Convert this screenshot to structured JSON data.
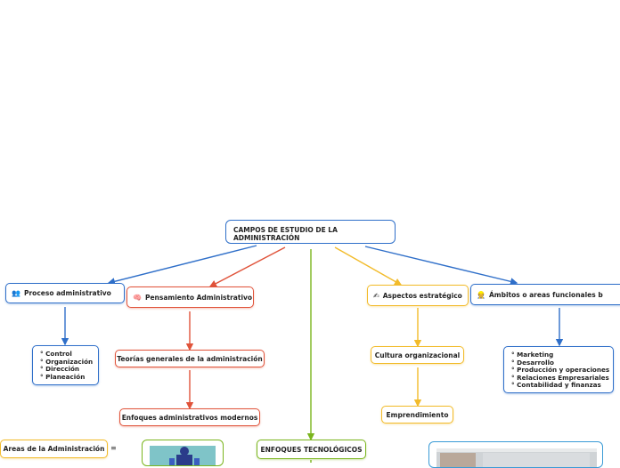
{
  "root": {
    "title": "CAMPOS DE ESTUDIO DE LA ADMINISTRACIÓN"
  },
  "nodes": {
    "proceso": {
      "label": "Proceso administrativo",
      "icon": "people-icon"
    },
    "proceso_items": [
      "Control",
      "Organización",
      "Dirección",
      "Planeación"
    ],
    "pensamiento": {
      "label": "Pensamiento Administrativo",
      "icon": "brain-icon"
    },
    "teorias": {
      "label": "Teorías generales de la administración"
    },
    "enfoques": {
      "label": "Enfoques administrativos modernos"
    },
    "aspectos": {
      "label": "Aspectos estratégico",
      "icon": "writing-hand-icon"
    },
    "cultura": {
      "label": "Cultura organizacional"
    },
    "emprendimiento": {
      "label": "Emprendimiento"
    },
    "ambitos": {
      "label": "Ámbitos o areas funcionales b",
      "icon": "workers-icon"
    },
    "ambitos_items": [
      "Marketing",
      "Desarrollo",
      "Producción y operaciones",
      "Relaciones Empresariales",
      "Contabilidad y finanzas"
    ],
    "tecnologicos": {
      "label": "ENFOQUES TECNOLÓGICOS"
    },
    "areas": {
      "label": "Areas de la Administración"
    }
  },
  "colors": {
    "blue": "#2f6fc9",
    "red": "#e0533a",
    "yellow": "#f2bb2a",
    "green": "#7ab51d",
    "sky": "#3a9bd6"
  }
}
